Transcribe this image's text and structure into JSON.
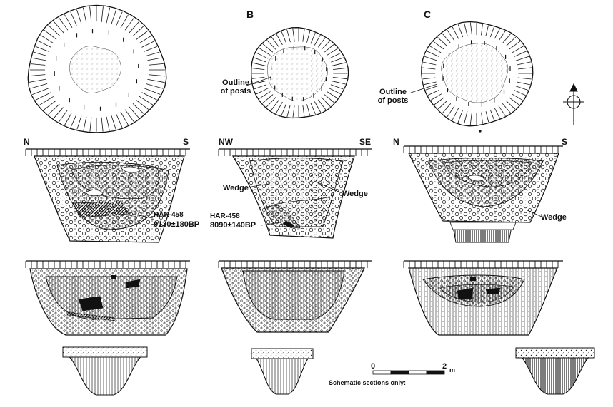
{
  "panels": {
    "b": "B",
    "c": "C"
  },
  "plan_labels": {
    "outline_b": [
      "Outline",
      "of posts"
    ],
    "outline_c": [
      "Outline",
      "of posts"
    ]
  },
  "directions": {
    "a_left": "N",
    "a_right": "S",
    "b_left": "NW",
    "b_right": "SE",
    "c_left": "N",
    "c_right": "S"
  },
  "annotations": {
    "wedge_b_left": "Wedge",
    "wedge_b_right": "Wedge",
    "wedge_c": "Wedge",
    "har_a_code": "HAR-458",
    "har_a_date": "9130±180BP",
    "har_b_code": "HAR-458",
    "har_b_date": "8090±140BP"
  },
  "scale": {
    "start": "0",
    "end": "2",
    "unit": "m",
    "note": "Schematic sections only:"
  },
  "colors": {
    "ink": "#111111",
    "paper": "#ffffff"
  },
  "icons": {
    "north_arrow": "compass-north-arrow-icon"
  }
}
